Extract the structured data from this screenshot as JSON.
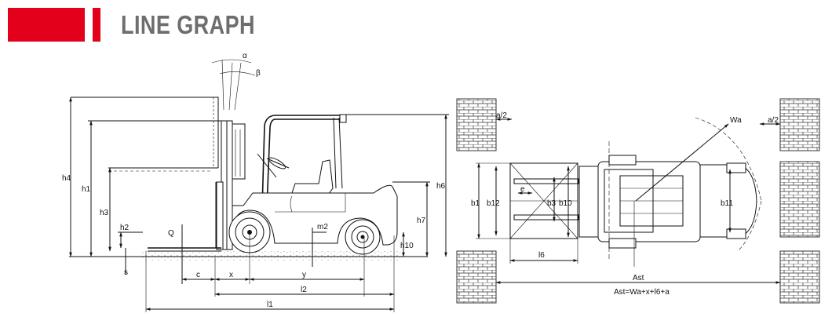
{
  "header": {
    "title": "LINE GRAPH",
    "accent_color": "#e3001b",
    "title_color": "#6e6e6e"
  },
  "side_view": {
    "angle_labels": [
      "α",
      "β"
    ],
    "height_labels": [
      "h4",
      "h1",
      "h3",
      "h2",
      "h6",
      "h7",
      "h10"
    ],
    "load_label": "Q",
    "mast_tilt_label": "s",
    "center_label": "m2",
    "length_labels": [
      "c",
      "x",
      "y",
      "l2",
      "l1"
    ]
  },
  "top_view": {
    "clearance_labels": [
      "a/2",
      "a/2"
    ],
    "turning_radius_label": "Wa",
    "width_labels": [
      "b1",
      "b12",
      "b3",
      "b10",
      "b11"
    ],
    "fork_label": "e",
    "fork_length_label": "l6",
    "aisle_label": "Ast",
    "formula": "Ast=Wa+x+l6+a"
  }
}
